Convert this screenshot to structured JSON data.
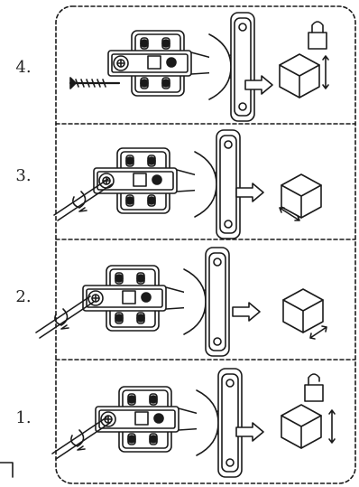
{
  "steps": [
    {
      "label": "4."
    },
    {
      "label": "3."
    },
    {
      "label": "2."
    },
    {
      "label": "1."
    }
  ],
  "colors": {
    "ink": "#1a1a1a",
    "paper": "#ffffff"
  }
}
